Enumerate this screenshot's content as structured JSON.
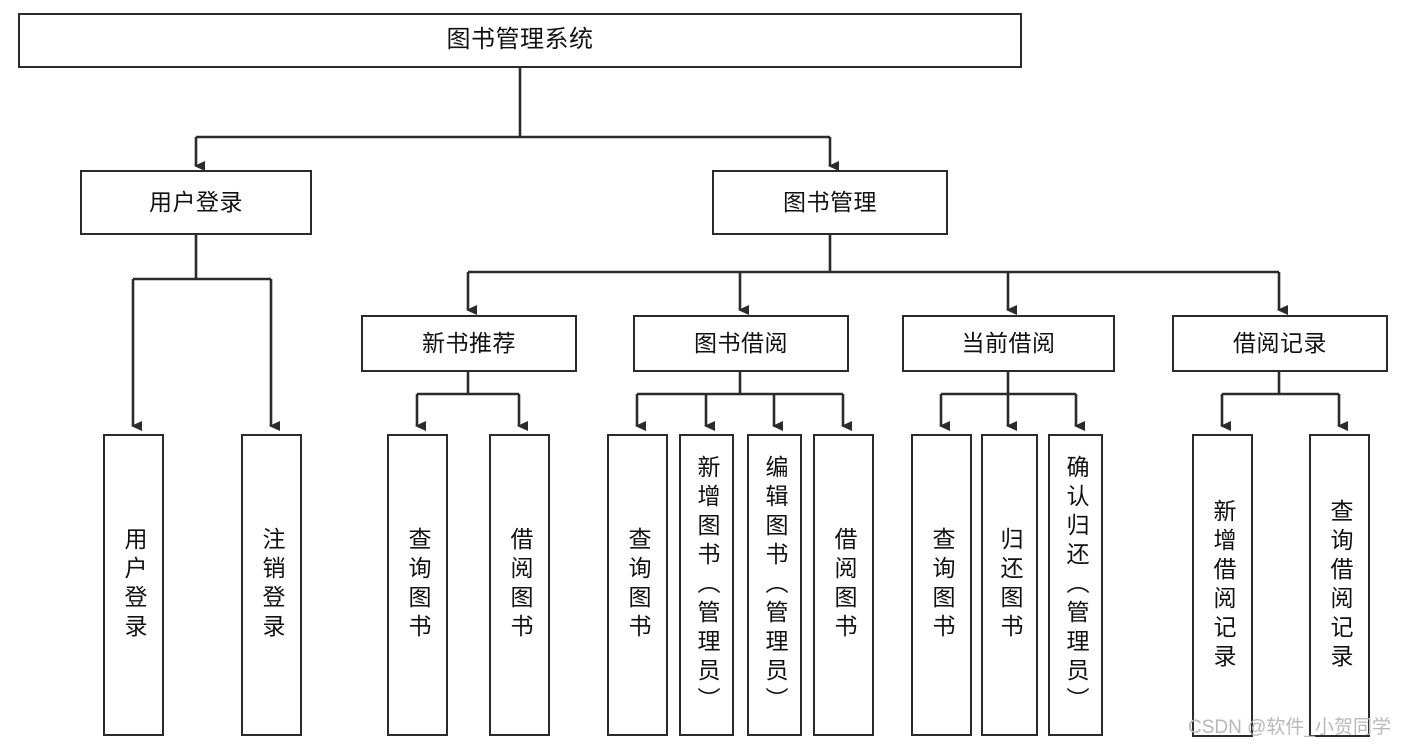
{
  "diagram": {
    "type": "hierarchy-tree",
    "title": "图书管理系统",
    "watermark": "CSDN @软件_小贺同学",
    "colors": {
      "box_border": "#2b2b2b",
      "box_fill": "#ffffff",
      "connector": "#2b2b2b",
      "text": "#111111",
      "watermark": "#b9b9b9",
      "background": "#ffffff"
    },
    "levels": {
      "root": {
        "label": "图书管理系统"
      },
      "level2": [
        {
          "label": "用户登录"
        },
        {
          "label": "图书管理"
        }
      ],
      "level3": [
        {
          "label": "新书推荐"
        },
        {
          "label": "图书借阅"
        },
        {
          "label": "当前借阅"
        },
        {
          "label": "借阅记录"
        }
      ],
      "leaves": {
        "user_login": [
          {
            "label": "用户登录"
          },
          {
            "label": "注销登录"
          }
        ],
        "new_book_recommend": [
          {
            "label": "查询图书"
          },
          {
            "label": "借阅图书"
          }
        ],
        "book_borrow": [
          {
            "label": "查询图书"
          },
          {
            "label": "新增图书（管理员）"
          },
          {
            "label": "编辑图书（管理员）"
          },
          {
            "label": "借阅图书"
          }
        ],
        "current_borrow": [
          {
            "label": "查询图书"
          },
          {
            "label": "归还图书"
          },
          {
            "label": "确认归还（管理员）"
          }
        ],
        "borrow_record": [
          {
            "label": "新增借阅记录"
          },
          {
            "label": "查询借阅记录"
          }
        ]
      }
    }
  }
}
